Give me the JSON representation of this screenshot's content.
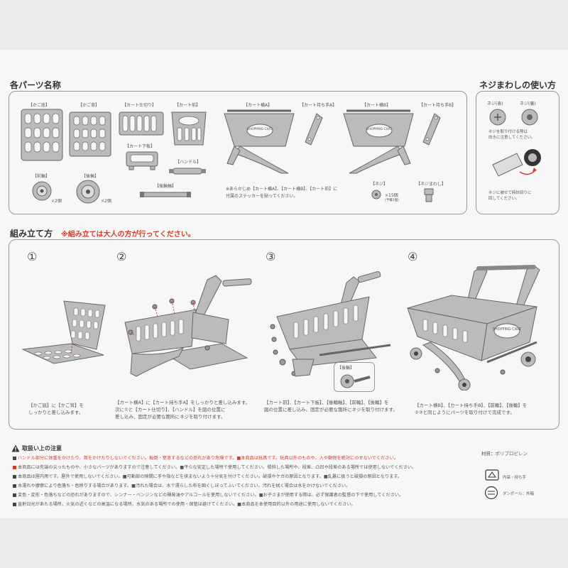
{
  "parts_section": {
    "title": "各パーツ名称",
    "parts": {
      "kagozoko": "【かご底】",
      "kagose": "【かご背】",
      "cart_shikiri": "【カート仕切り】",
      "cart_mae": "【カート前】",
      "cart_shitaita": "【カート下板】",
      "handle": "【ハンドル】",
      "zenrin": "【前輪】",
      "kourin": "【後輪】",
      "sharin_jiku": "【後輪軸】",
      "cart_yoko_a": "【カート横A】",
      "cart_mochite_a": "【カート持ち手A】",
      "cart_yoko_b": "【カート横B】",
      "cart_mochite_b": "【カート持ち手B】",
      "neji": "【ネジ】",
      "nejimawashi": "【ネジまわし】"
    },
    "zenrin_qty": "×2個",
    "kourin_qty": "×2個",
    "neji_qty": "×15個",
    "neji_spare": "(予備1個)",
    "cart_text": "SHOPPING CART",
    "sticker_note_1": "※あらかじめ【カート横A】、【カート横B】、【カート前】に",
    "sticker_note_2": "付属のステッカーを貼ってください。"
  },
  "screwdriver_section": {
    "title": "ネジまわしの使い方",
    "neji_omote": "ネジ(表)",
    "neji_ura": "ネジ(裏)",
    "instruction_1a": "ネジを取り付ける際は",
    "instruction_1b": "向きに注意してください。",
    "instruction_2a": "ネジに被せて時計回りに",
    "instruction_2b": "回してください。"
  },
  "assembly_section": {
    "title": "組み立て方",
    "warning": "※組み立ては大人の方が行ってください。",
    "steps": [
      {
        "num": "①",
        "line1": "【かご底】に【かご背】を",
        "line2": "しっかりと差し込みます。",
        "line3": ""
      },
      {
        "num": "②",
        "line1": "【カート横A】に【カート持ち手A】をしっかりと差し込みます。",
        "line2": "次に①と【カート仕切り】、【ハンドル】を図の位置に",
        "line3": "差し込み、固定が必要な箇所にネジを取り付けます。"
      },
      {
        "num": "③",
        "line1": "【カート前】、【カート下板】、【後輪軸】、【前輪】、【後輪】を",
        "line2": "図の位置に差し込み、固定が必要な箇所にネジを取り付けます。",
        "line3": ""
      },
      {
        "num": "④",
        "line1": "【カート横B】、【カート持ち手B】、【前輪】、【後輪】を",
        "line2": "②③と同じようにパーツを取り付けて完成です。",
        "line3": ""
      }
    ],
    "inset_label": "【後輪】"
  },
  "caution_section": {
    "title": "取扱い上の注意",
    "lines": [
      "ハンドル部分に体重をかけたり、首をかけたりしないでください。転倒・窒息するなどの恐れがあり危険です。■本商品は玩具です。玩具以外のものや、人や動物を絶対にのせないでください。",
      "本商品には先端の尖ったものや、小さなパーツがありますので注意してください。■平らな安定した場所で使用してください。傾斜した場所や、段差、凸凹や段差のある場所では使用しないでください。",
      "本商品は屋内用です。屋外で使用しないでください。■可動部の隙間に手や指などを挟まないよう十分気を付けてください。破損やケガの原因となります。■乱暴に扱うと破損の原因となります。",
      "水濡れや摩擦により色落ち・色移りする場合があります。■汚れた場合は、水で濡らした布を固くしぼってふいてください。汚れを拭く場合は水をかけないでください。",
      "変色・変形・色落ちなどの恐れがありますので、シンナー・ベンジンなどの揮発油やアルコールを使用しないでください。■お子さまが使用する際は、必ず保護者の監督の下で使用してください。",
      "直射日光があたる場所、火気の近くなどの高温になる場所、水気のある場所での使用・保管は避けてください。■本商品を本使用目的以外の用途に使用しないでください。"
    ],
    "material": "材質：ポリプロピレン",
    "recycle_1": "内袋・持ち手",
    "recycle_2": "ダンボール：外箱"
  }
}
